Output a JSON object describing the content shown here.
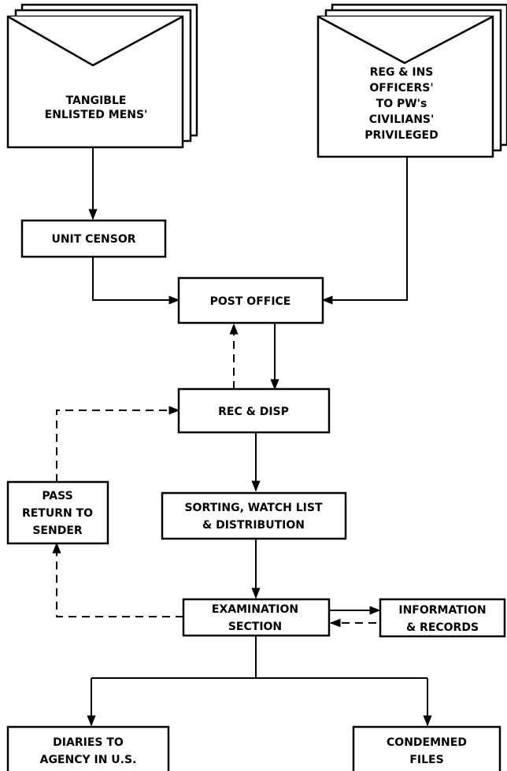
{
  "envelopes": {
    "left": {
      "lines": [
        "TANGIBLE",
        "ENLISTED MENS'"
      ]
    },
    "right": {
      "lines": [
        "REG & INS",
        "OFFICERS'",
        "TO PW's",
        "CIVILIANS'",
        "PRIVILEGED"
      ]
    }
  },
  "boxes": {
    "unit_censor": {
      "lines": [
        "UNIT CENSOR"
      ]
    },
    "post_office": {
      "lines": [
        "POST OFFICE"
      ]
    },
    "rec_disp": {
      "lines": [
        "REC & DISP"
      ]
    },
    "pass_return": {
      "lines": [
        "PASS",
        "RETURN TO",
        "SENDER"
      ]
    },
    "sorting": {
      "lines": [
        "SORTING, WATCH LIST",
        "& DISTRIBUTION"
      ]
    },
    "examination": {
      "lines": [
        "EXAMINATION",
        "SECTION"
      ]
    },
    "information": {
      "lines": [
        "INFORMATION",
        "& RECORDS"
      ]
    },
    "diaries": {
      "lines": [
        "DIARIES TO",
        "AGENCY IN U.S."
      ]
    },
    "condemned": {
      "lines": [
        "CONDEMNED",
        "FILES"
      ]
    }
  }
}
